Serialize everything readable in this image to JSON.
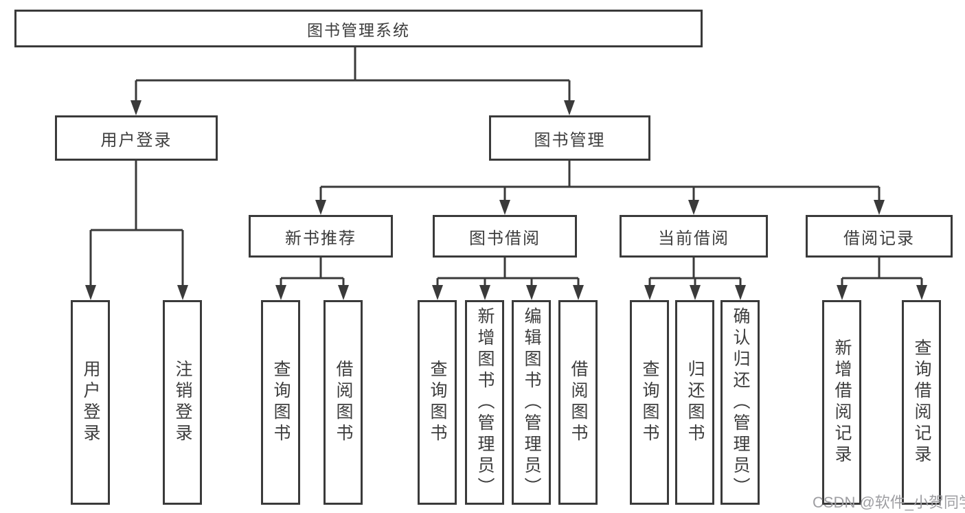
{
  "diagram": {
    "type": "hierarchy-tree",
    "root": {
      "label": "图书管理系统",
      "children": [
        {
          "label": "用户登录",
          "children": [
            {
              "label": "用户登录"
            },
            {
              "label": "注销登录"
            }
          ]
        },
        {
          "label": "图书管理",
          "children": [
            {
              "label": "新书推荐",
              "children": [
                {
                  "label": "查询图书"
                },
                {
                  "label": "借阅图书"
                }
              ]
            },
            {
              "label": "图书借阅",
              "children": [
                {
                  "label": "查询图书"
                },
                {
                  "label": "新增图书（管理员）"
                },
                {
                  "label": "编辑图书（管理员）"
                },
                {
                  "label": "借阅图书"
                }
              ]
            },
            {
              "label": "当前借阅",
              "children": [
                {
                  "label": "查询图书"
                },
                {
                  "label": "归还图书"
                },
                {
                  "label": "确认归还（管理员）"
                }
              ]
            },
            {
              "label": "借阅记录",
              "children": [
                {
                  "label": "新增借阅记录"
                },
                {
                  "label": "查询借阅记录"
                }
              ]
            }
          ]
        }
      ]
    }
  },
  "watermark": {
    "text": "CSDN @软件_小贺同学"
  },
  "colors": {
    "line": "#3a3a3a",
    "text": "#3d3d3d",
    "background": "#ffffff",
    "watermark": "#9e9ea2"
  }
}
